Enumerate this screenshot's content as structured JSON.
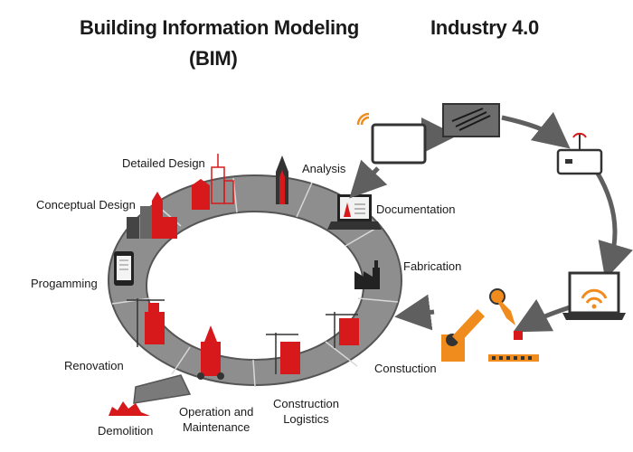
{
  "headings": {
    "bim_line1": "Building Information Modeling",
    "bim_line2": "(BIM)",
    "industry": "Industry 4.0"
  },
  "lifecycle_labels": {
    "detailed_design": "Detailed Design",
    "analysis": "Analysis",
    "conceptual_design": "Conceptual Design",
    "documentation": "Documentation",
    "fabrication": "Fabrication",
    "programming": "Progamming",
    "renovation": "Renovation",
    "construction": "Constuction",
    "demolition": "Demolition",
    "operation_line1": "Operation and",
    "operation_line2": "Maintenance",
    "logistics_line1": "Construction",
    "logistics_line2": "Logistics"
  },
  "icons": [
    "tablet-icon",
    "wifi-icon",
    "cpu-chip-icon",
    "router-icon",
    "laptop-wifi-icon",
    "robot-arm-icon",
    "building-icon",
    "crane-icon",
    "factory-icon",
    "smartphone-icon",
    "laptop-icon",
    "rubble-icon"
  ],
  "colors": {
    "accent_red": "#d7191c",
    "ring_gray": "#8e8e8e",
    "ring_dark": "#5a5a5a",
    "arrow_gray": "#5f5f5f",
    "orange": "#f08c1e"
  }
}
